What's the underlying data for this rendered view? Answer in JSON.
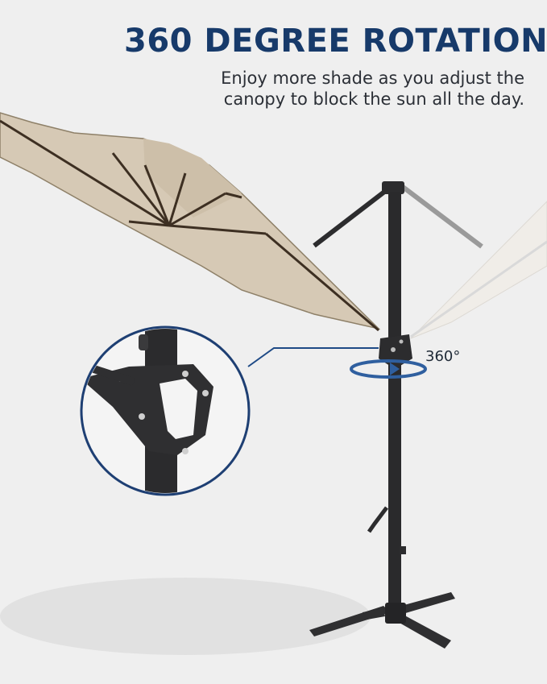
{
  "header": {
    "title": "360 DEGREE ROTATION",
    "subtitle_line1": "Enjoy more shade as you adjust the",
    "subtitle_line2": "canopy to block the sun all the day."
  },
  "callout": {
    "rotation_label": "360°"
  },
  "colors": {
    "title": "#173a6a",
    "accent_orange": "#e86a1f",
    "accent_yellow": "#f3d27a",
    "canopy": "#d6c9b5",
    "frame": "#2c2c2e",
    "rotation_arrow": "#2f5f9f"
  },
  "icons": [
    "rotation-arrow-icon"
  ]
}
